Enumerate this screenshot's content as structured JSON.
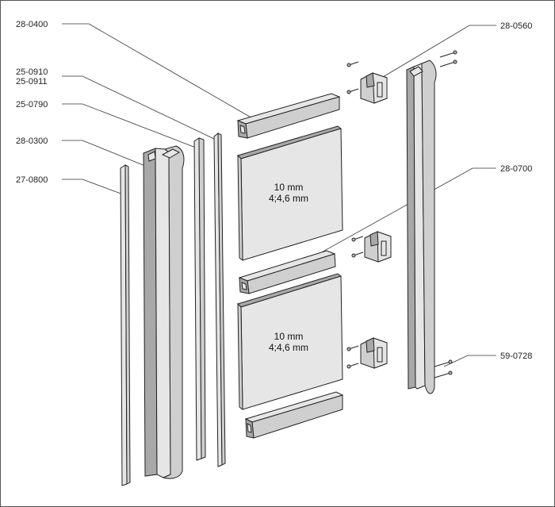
{
  "labels": {
    "p28_0400": "28-0400",
    "p25_0910": "25-0910",
    "p25_0911": "25-0911",
    "p25_0790": "25-0790",
    "p28_0300": "28-0300",
    "p27_0800": "27-0800",
    "p28_0560": "28-0560",
    "p28_0700": "28-0700",
    "p59_0728": "59-0728"
  },
  "panels": {
    "upper": {
      "line1": "10 mm",
      "line2": "4;4,6 mm"
    },
    "lower": {
      "line1": "10 mm",
      "line2": "4;4,6 mm"
    }
  },
  "colors": {
    "stroke": "#222222",
    "face": "#cfcfcf",
    "highlight": "#e6e6e6",
    "shadow": "#a8a8a8",
    "background": "#ffffff"
  }
}
